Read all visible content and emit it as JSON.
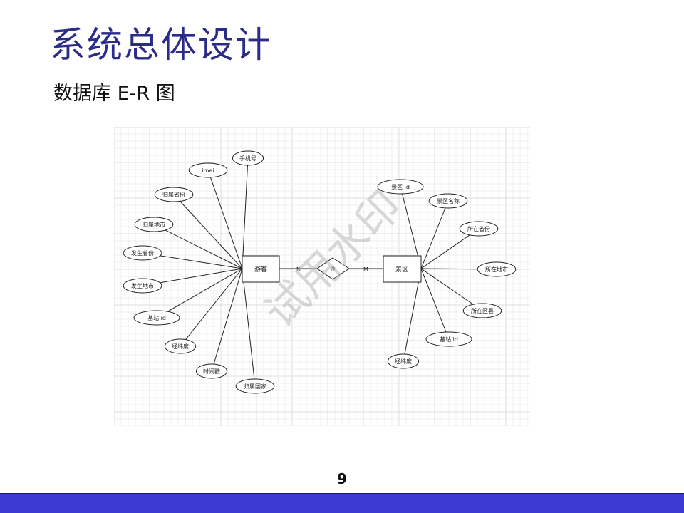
{
  "slide": {
    "title": "系统总体设计",
    "subtitle": "数据库 E-R 图",
    "page_number": "9",
    "colors": {
      "title": "#2b2b8a",
      "footer": "#3a3ad2"
    }
  },
  "diagram": {
    "entities": [
      {
        "id": "tourist",
        "label": "游客"
      },
      {
        "id": "scenic",
        "label": "景区"
      }
    ],
    "relationship": {
      "label": "游",
      "left_cardinality": "N",
      "right_cardinality": "M"
    },
    "tourist_attributes": [
      "手机号",
      "imei",
      "归属省份",
      "归属地市",
      "发生省份",
      "发生地市",
      "基站 id",
      "经纬度",
      "时间戳",
      "归属国家"
    ],
    "scenic_attributes": [
      "景区 id",
      "景区名称",
      "所在省份",
      "所在地市",
      "所在区县",
      "基站 id",
      "经纬度"
    ],
    "watermark": "试用水印"
  }
}
